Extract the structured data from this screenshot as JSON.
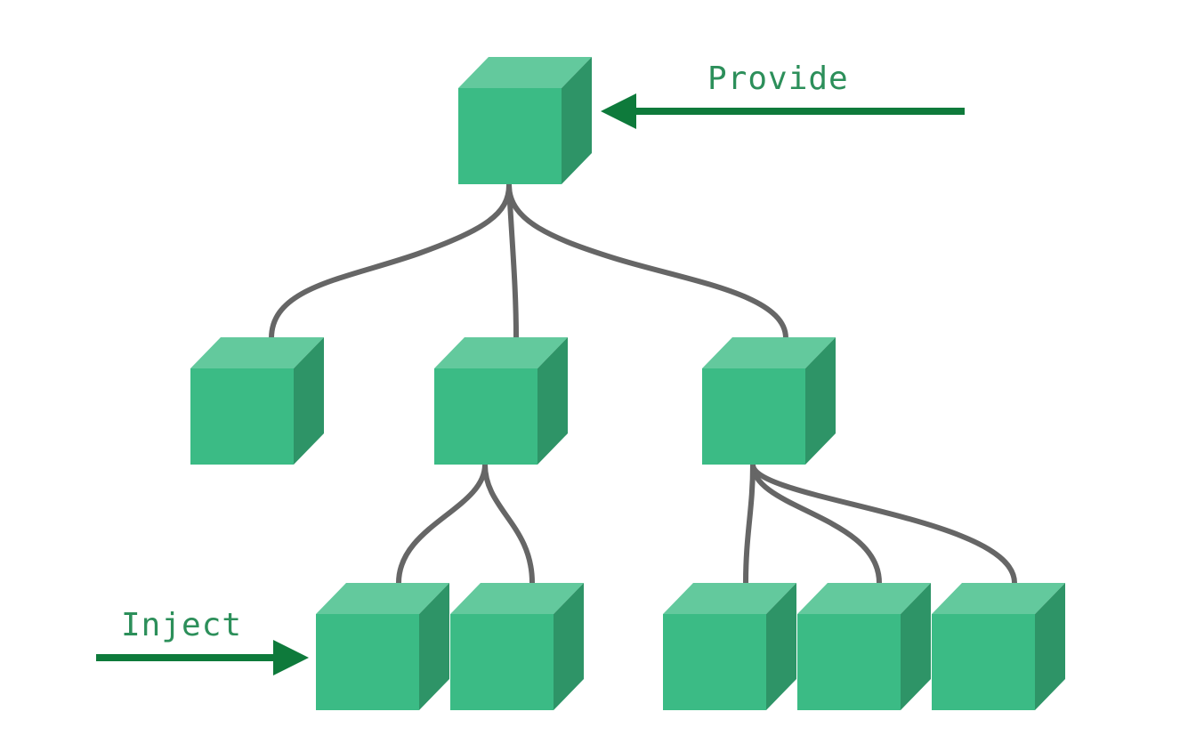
{
  "diagram": {
    "colors": {
      "cube_front": "#3BBB85",
      "cube_top": "#63C99D",
      "cube_side": "#2E9467",
      "connector": "#666666",
      "arrow": "#0E7A3B",
      "label": "#2C8F5A",
      "background": "#FFFFFF"
    },
    "labels": {
      "provide": "Provide",
      "inject": "Inject"
    },
    "nodes": [
      {
        "id": "root",
        "role": "provider"
      },
      {
        "id": "child-left"
      },
      {
        "id": "child-middle"
      },
      {
        "id": "child-right"
      },
      {
        "id": "grandchild-1",
        "role": "injector"
      },
      {
        "id": "grandchild-2"
      },
      {
        "id": "grandchild-3"
      },
      {
        "id": "grandchild-4"
      },
      {
        "id": "grandchild-5"
      }
    ],
    "edges": [
      [
        "root",
        "child-left"
      ],
      [
        "root",
        "child-middle"
      ],
      [
        "root",
        "child-right"
      ],
      [
        "child-middle",
        "grandchild-1"
      ],
      [
        "child-middle",
        "grandchild-2"
      ],
      [
        "child-right",
        "grandchild-3"
      ],
      [
        "child-right",
        "grandchild-4"
      ],
      [
        "child-right",
        "grandchild-5"
      ]
    ]
  }
}
